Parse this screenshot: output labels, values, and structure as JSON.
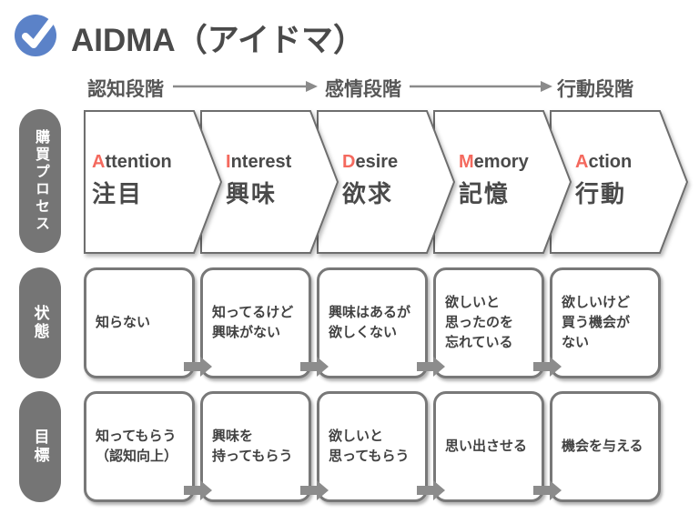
{
  "title": {
    "text": "AIDMA（アイドマ）"
  },
  "stage_header": {
    "stages": [
      "認知段階",
      "感情段階",
      "行動段階"
    ]
  },
  "row_labels": {
    "process": "購買プロセス",
    "state": "状態",
    "goal": "目標"
  },
  "process_steps": [
    {
      "en_first": "A",
      "en_rest": "ttention",
      "ja": "注目"
    },
    {
      "en_first": "I",
      "en_rest": "nterest",
      "ja": "興味"
    },
    {
      "en_first": "D",
      "en_rest": "esire",
      "ja": "欲求"
    },
    {
      "en_first": "M",
      "en_rest": "emory",
      "ja": "記憶"
    },
    {
      "en_first": "A",
      "en_rest": "ction",
      "ja": "行動"
    }
  ],
  "state_row": [
    "知らない",
    "知ってるけど\n興味がない",
    "興味はあるが\n欲しくない",
    "欲しいと\n思ったのを\n忘れている",
    "欲しいけど\n買う機会が\nない"
  ],
  "goal_row": [
    "知ってもらう\n（認知向上）",
    "興味を\n持ってもらう",
    "欲しいと\n思ってもらう",
    "思い出させる",
    "機会を与える"
  ],
  "colors": {
    "background": "#ffffff",
    "accent_red": "#f4695e",
    "icon_blue": "#5b82c8",
    "text_dark": "#4a4a4a",
    "pill_gray": "#757575",
    "border_gray": "#6e6e6e",
    "arrow_gray": "#8a8a8a"
  }
}
